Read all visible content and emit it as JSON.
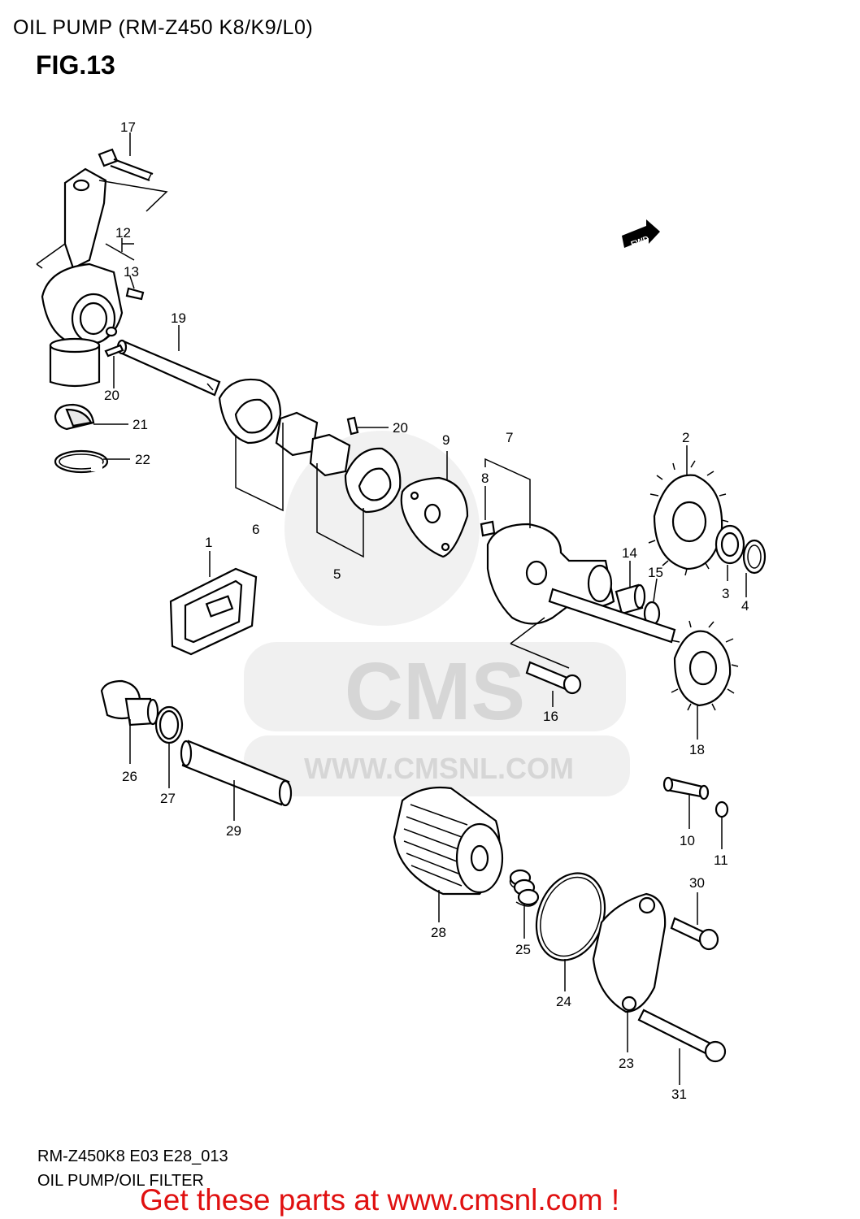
{
  "header": {
    "title": "OIL PUMP (RM-Z450 K8/K9/L0)",
    "figure": "FIG.13"
  },
  "watermark": {
    "brand": "CMS",
    "url": "WWW.CMSNL.COM"
  },
  "fwd_badge": "FWD",
  "callouts": {
    "c1": "1",
    "c2": "2",
    "c3": "3",
    "c4": "4",
    "c5": "5",
    "c6": "6",
    "c7": "7",
    "c8": "8",
    "c9": "9",
    "c10": "10",
    "c11": "11",
    "c12": "12",
    "c13": "13",
    "c14": "14",
    "c15": "15",
    "c16": "16",
    "c17": "17",
    "c18": "18",
    "c19": "19",
    "c20a": "20",
    "c20b": "20",
    "c21": "21",
    "c22": "22",
    "c23": "23",
    "c24": "24",
    "c25": "25",
    "c26": "26",
    "c27": "27",
    "c28": "28",
    "c29": "29",
    "c30": "30",
    "c31": "31"
  },
  "footer": {
    "code": "RM-Z450K8  E03  E28_013",
    "name": "OIL PUMP/OIL FILTER",
    "promo": "Get these parts at www.cmsnl.com !"
  }
}
